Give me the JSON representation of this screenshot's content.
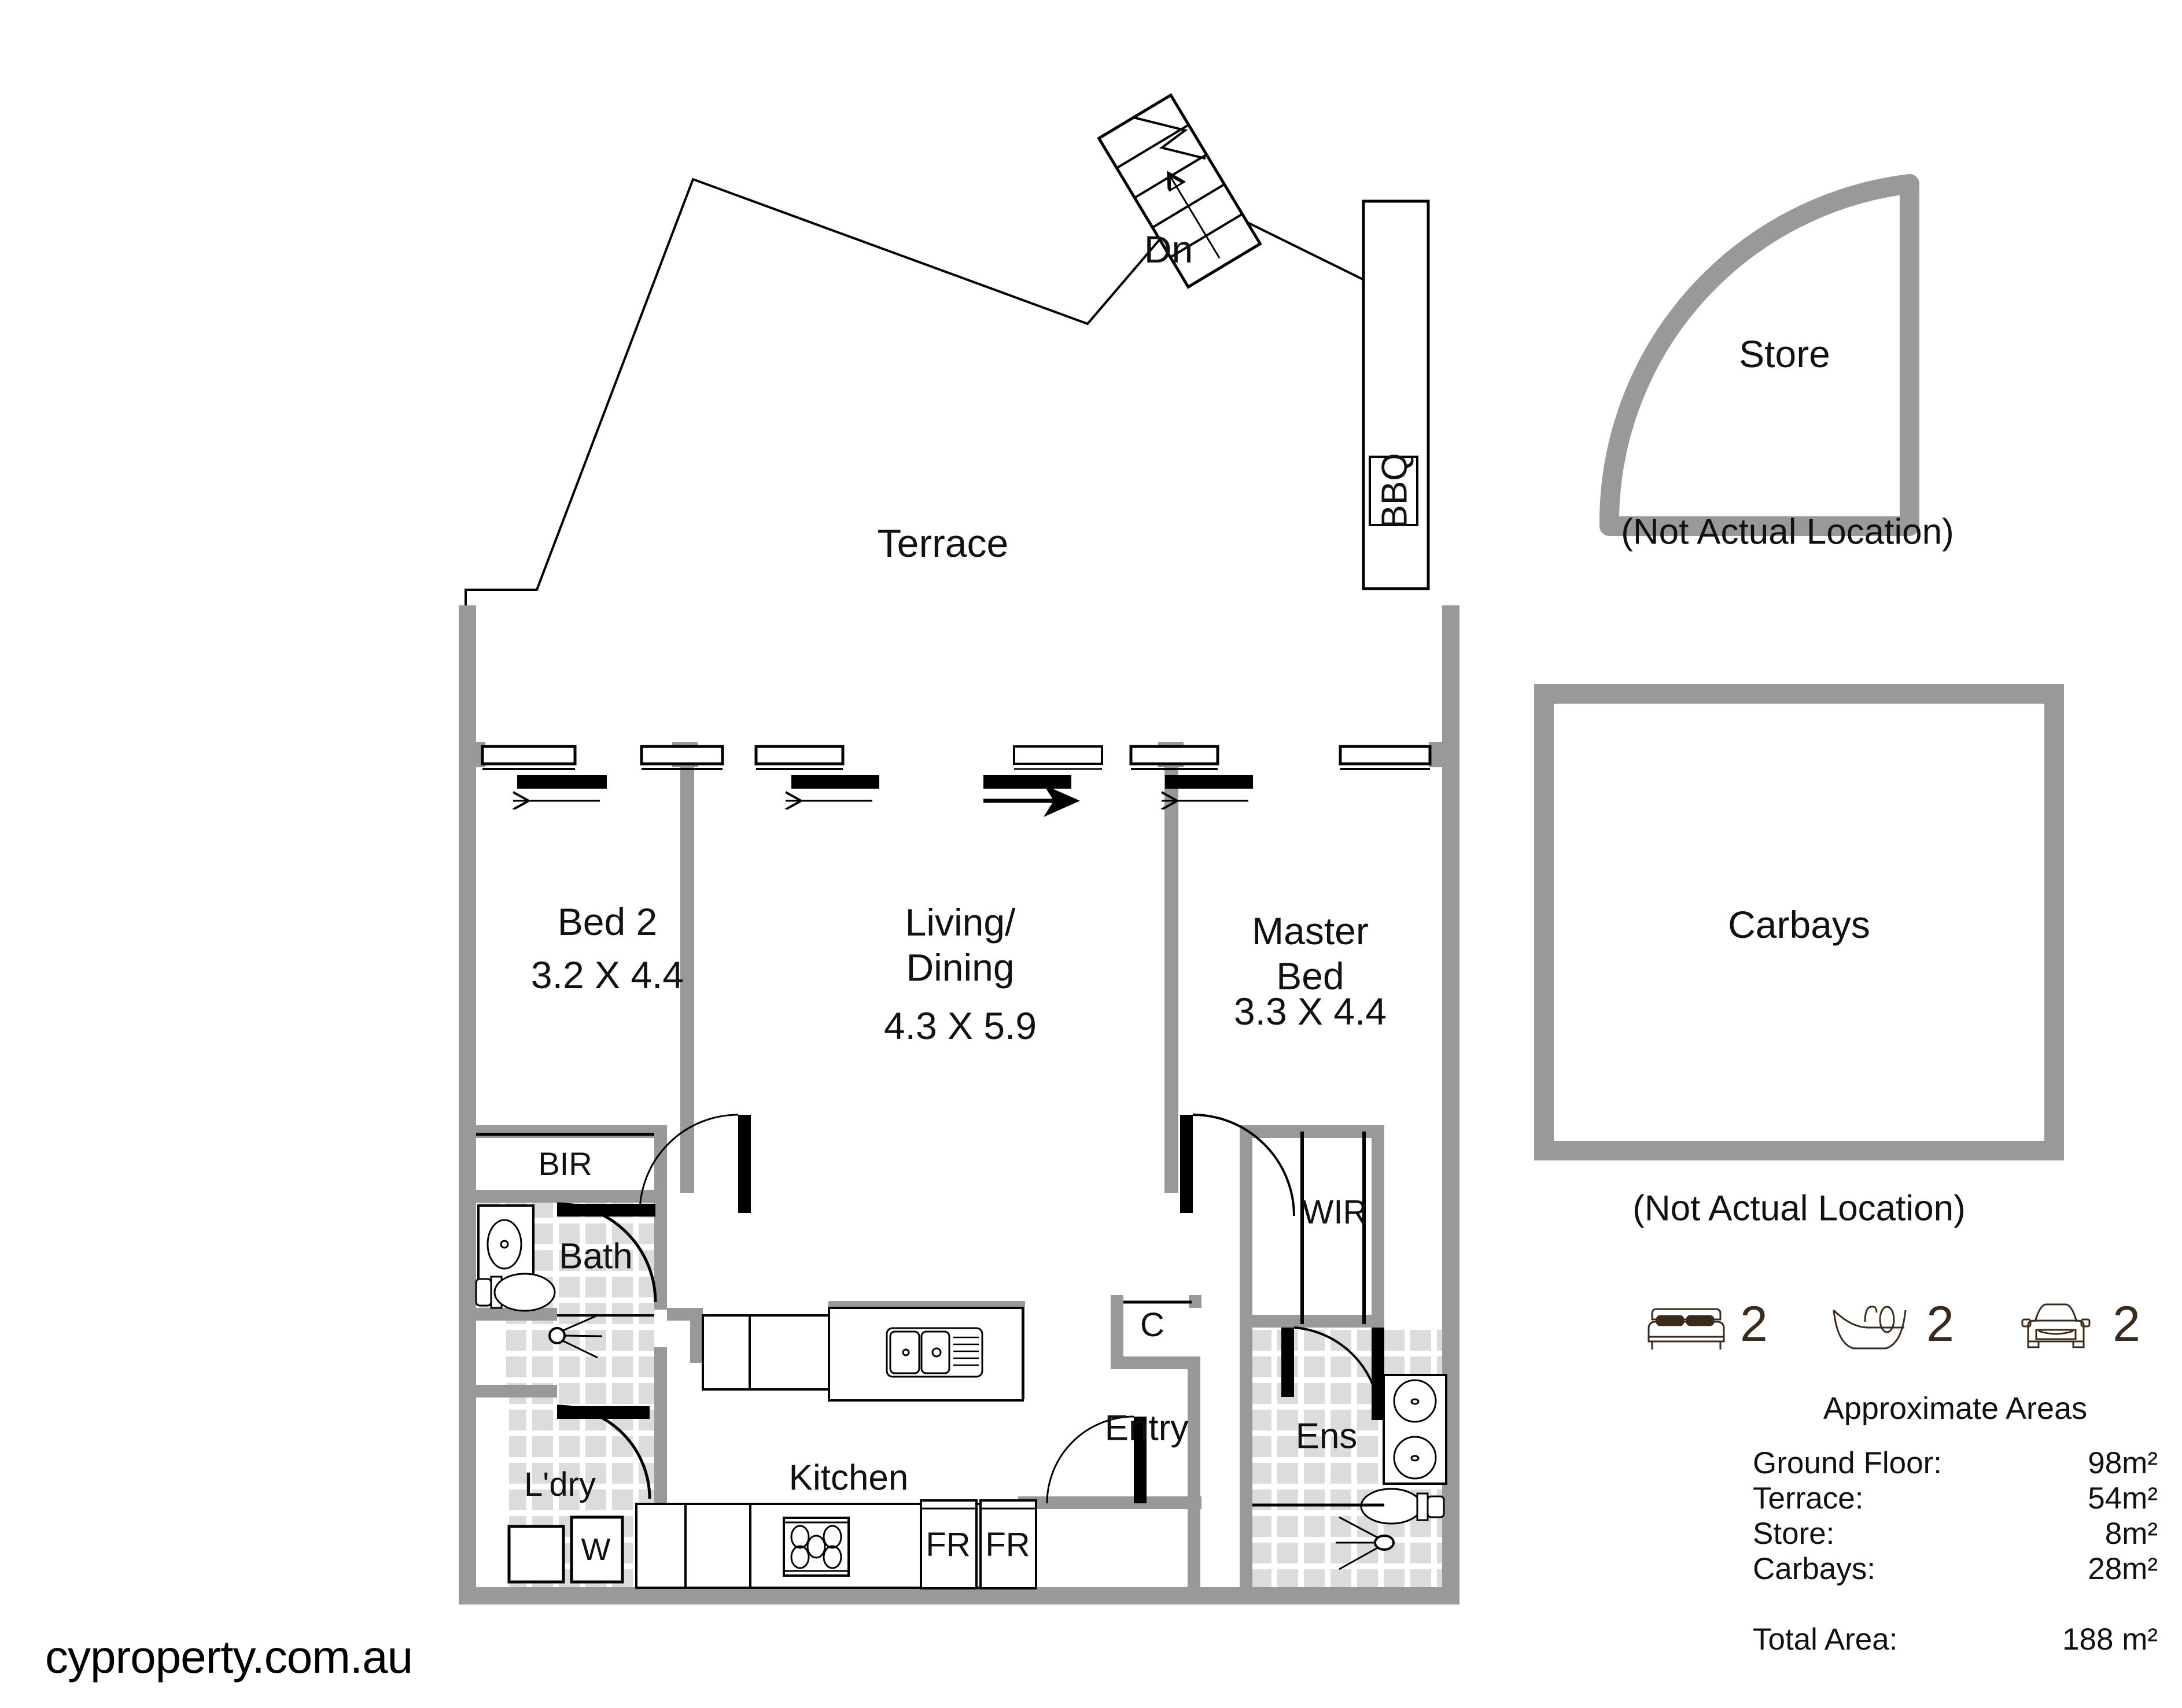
{
  "watermark": "cyproperty.com.au",
  "plan": {
    "rooms": [
      {
        "key": "terrace",
        "label": "Terrace",
        "dimensions": ""
      },
      {
        "key": "bed2",
        "label": "Bed 2",
        "dimensions": "3.2 X 4.4"
      },
      {
        "key": "living_dining",
        "label": "Living/\nDining",
        "dimensions": "4.3 X 5.9"
      },
      {
        "key": "master_bed",
        "label": "Master\nBed",
        "dimensions": "3.3 X 4.4"
      },
      {
        "key": "kitchen",
        "label": "Kitchen",
        "dimensions": ""
      },
      {
        "key": "bath",
        "label": "Bath",
        "dimensions": ""
      },
      {
        "key": "ens",
        "label": "Ens",
        "dimensions": ""
      },
      {
        "key": "entry",
        "label": "Entry",
        "dimensions": ""
      },
      {
        "key": "laundry",
        "label": "L'dry",
        "dimensions": ""
      }
    ],
    "annotations": {
      "stairs_down": "Dn",
      "bbq": "BBQ",
      "built_in_robe": "BIR",
      "walk_in_robe": "WIR",
      "cupboard": "C",
      "washer": "W",
      "fridge_1": "FR",
      "fridge_2": "FR"
    },
    "store": {
      "label": "Store",
      "note": "(Not Actual Location)"
    },
    "carbays": {
      "label": "Carbays",
      "note": "(Not Actual Location)"
    }
  },
  "legend": {
    "items": [
      {
        "icon": "bed-icon",
        "count": "2"
      },
      {
        "icon": "bathtub-icon",
        "count": "2"
      },
      {
        "icon": "car-icon",
        "count": "2"
      }
    ]
  },
  "areas": {
    "title": "Approximate Areas",
    "rows": [
      {
        "label": "Ground Floor:",
        "value": "98m²"
      },
      {
        "label": "Terrace:",
        "value": "54m²"
      },
      {
        "label": "Store:",
        "value": "8m²"
      },
      {
        "label": "Carbays:",
        "value": "28m²"
      }
    ],
    "total": {
      "label": "Total Area:",
      "value": "188 m²"
    }
  },
  "colors": {
    "wall": "#999999",
    "line": "#000000",
    "tile": "#dcdcdc",
    "legend_ink": "#3a2a1c"
  }
}
